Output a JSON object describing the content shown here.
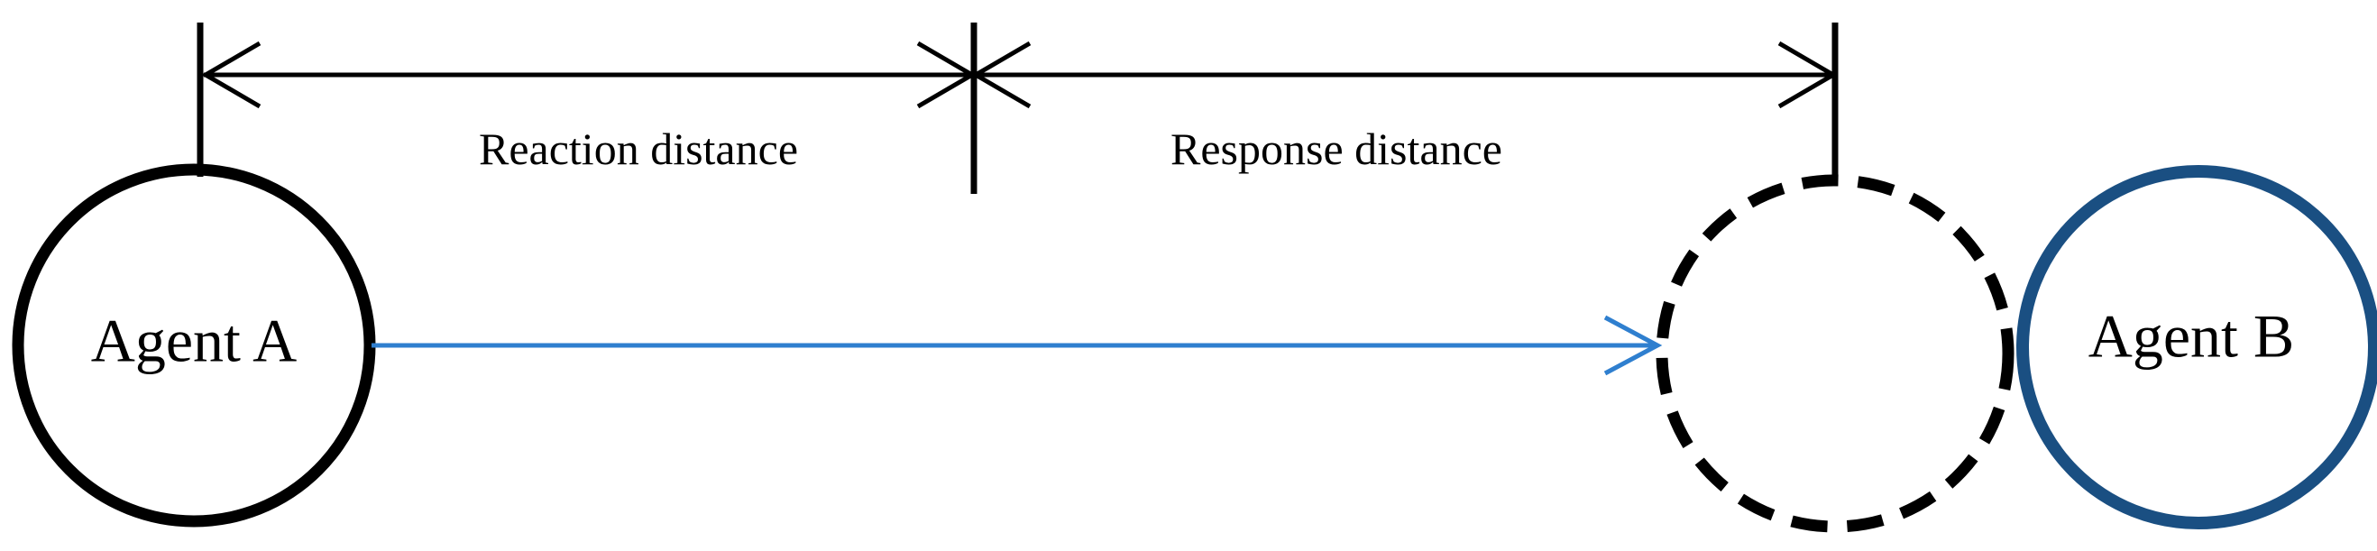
{
  "labels": {
    "reaction_distance": "Reaction distance",
    "response_distance": "Response distance",
    "agent_a": "Agent A",
    "agent_b": "Agent B"
  },
  "colors": {
    "stroke": "#000000",
    "agent_b_ring": "#1a4f82",
    "motion_arrow": "#2f7fcf",
    "background": "#ffffff"
  }
}
